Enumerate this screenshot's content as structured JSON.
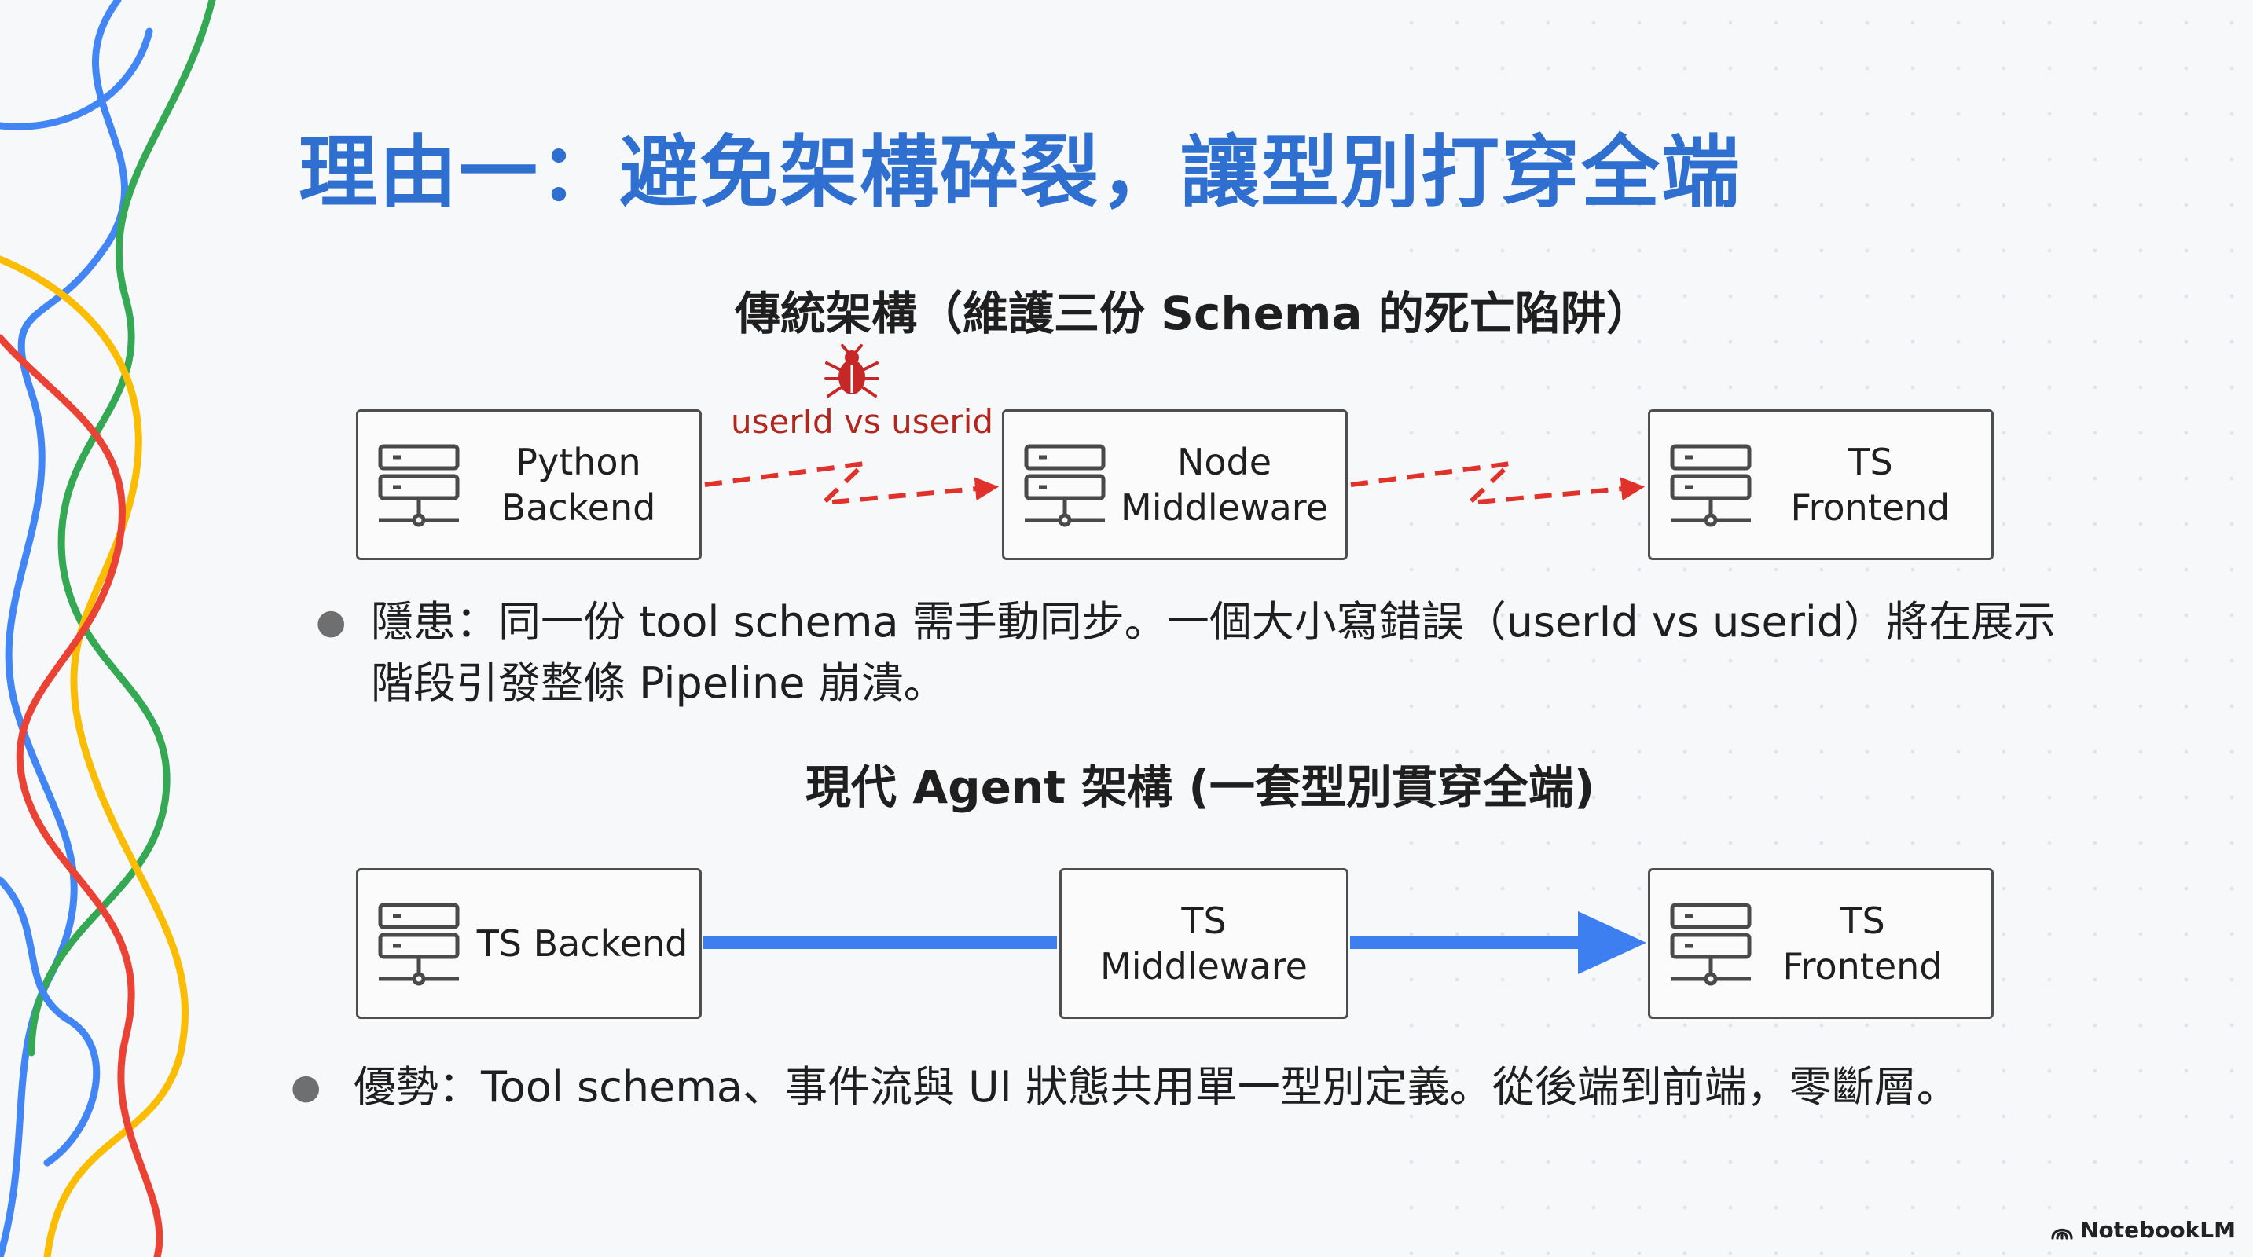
{
  "title": "理由一：避免架構碎裂，讓型別打穿全端",
  "traditional": {
    "heading": "傳統架構（維護三份 Schema 的死亡陷阱）",
    "warning_label": "userId vs userid",
    "nodes": [
      {
        "label": "Python\nBackend",
        "icon": "server-icon"
      },
      {
        "label": "Node\nMiddleware",
        "icon": "server-icon"
      },
      {
        "label": "TS\nFrontend",
        "icon": "server-icon"
      }
    ],
    "warning_icon": "bug-icon",
    "bullet": "隱患：同一份 tool schema 需手動同步。一個大小寫錯誤（userId vs userid）將在展示階段引發整條 Pipeline 崩潰。"
  },
  "modern": {
    "heading": "現代 Agent 架構 (一套型別貫穿全端)",
    "nodes": [
      {
        "label": "TS Backend",
        "icon": "server-icon"
      },
      {
        "label": "TS\nMiddleware"
      },
      {
        "label": "TS\nFrontend",
        "icon": "server-icon"
      }
    ],
    "bullet": "優勢：Tool schema、事件流與 UI 狀態共用單一型別定義。從後端到前端，零斷層。"
  },
  "branding": {
    "label": "NotebookLM",
    "icon": "notebooklm-logo-icon"
  },
  "colors": {
    "title": "#2f6fd0",
    "broken_link": "#e0322b",
    "solid_link": "#3d7ff0",
    "deco": [
      "#4285f4",
      "#34a853",
      "#fbbc04",
      "#ea4335"
    ]
  }
}
